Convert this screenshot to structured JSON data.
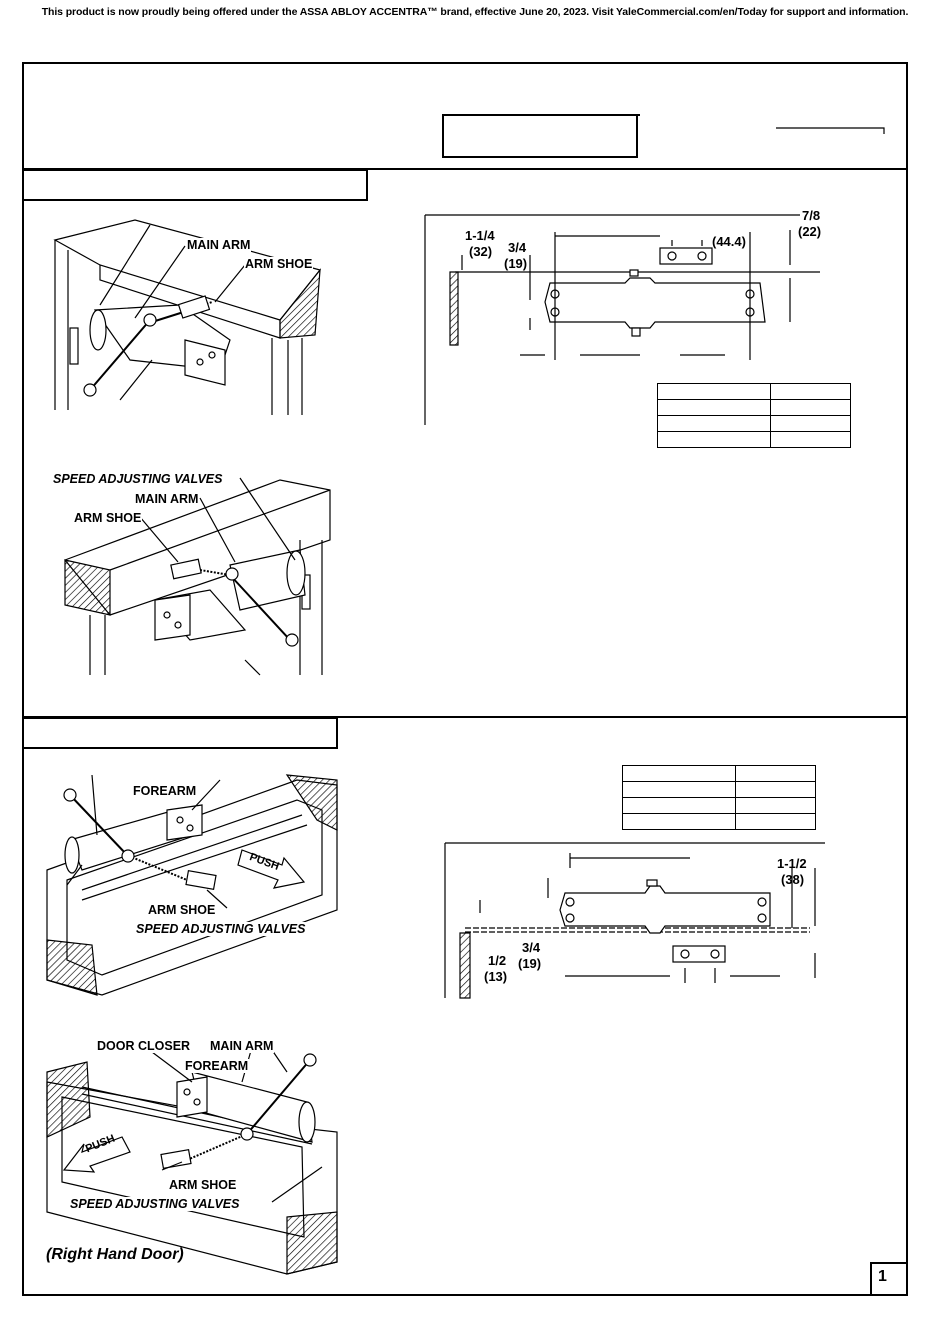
{
  "notice": "This product is now proudly being offered under the ASSA ABLOY ACCENTRA™ brand, effective June 20, 2023. Visit YaleCommercial.com/en/Today for support and information.",
  "top_labels": {
    "main_arm": "MAIN ARM",
    "arm_shoe": "ARM SHOE",
    "speed_adjusting_valves": "SPEED ADJUSTING VALVES"
  },
  "top_dims": {
    "d1_frac": "1-1/4",
    "d1_mm": "(32)",
    "d2_frac": "3/4",
    "d2_mm": "(19)",
    "d3_mm": "(44.4)",
    "d4_frac": "7/8",
    "d4_mm": "(22)"
  },
  "bottom_labels": {
    "forearm": "FOREARM",
    "arm_shoe": "ARM SHOE",
    "speed_adjusting_valves": "SPEED ADJUSTING VALVES",
    "door_closer": "DOOR CLOSER",
    "main_arm": "MAIN ARM",
    "push_1": "PUSH",
    "push_2": "PUSH",
    "caption": "(Right Hand Door)"
  },
  "bottom_dims": {
    "d1_frac": "1-1/2",
    "d1_mm": "(38)",
    "d2_frac": "3/4",
    "d2_mm": "(19)",
    "d3_frac": "1/2",
    "d3_mm": "(13)"
  },
  "page_number": "1"
}
